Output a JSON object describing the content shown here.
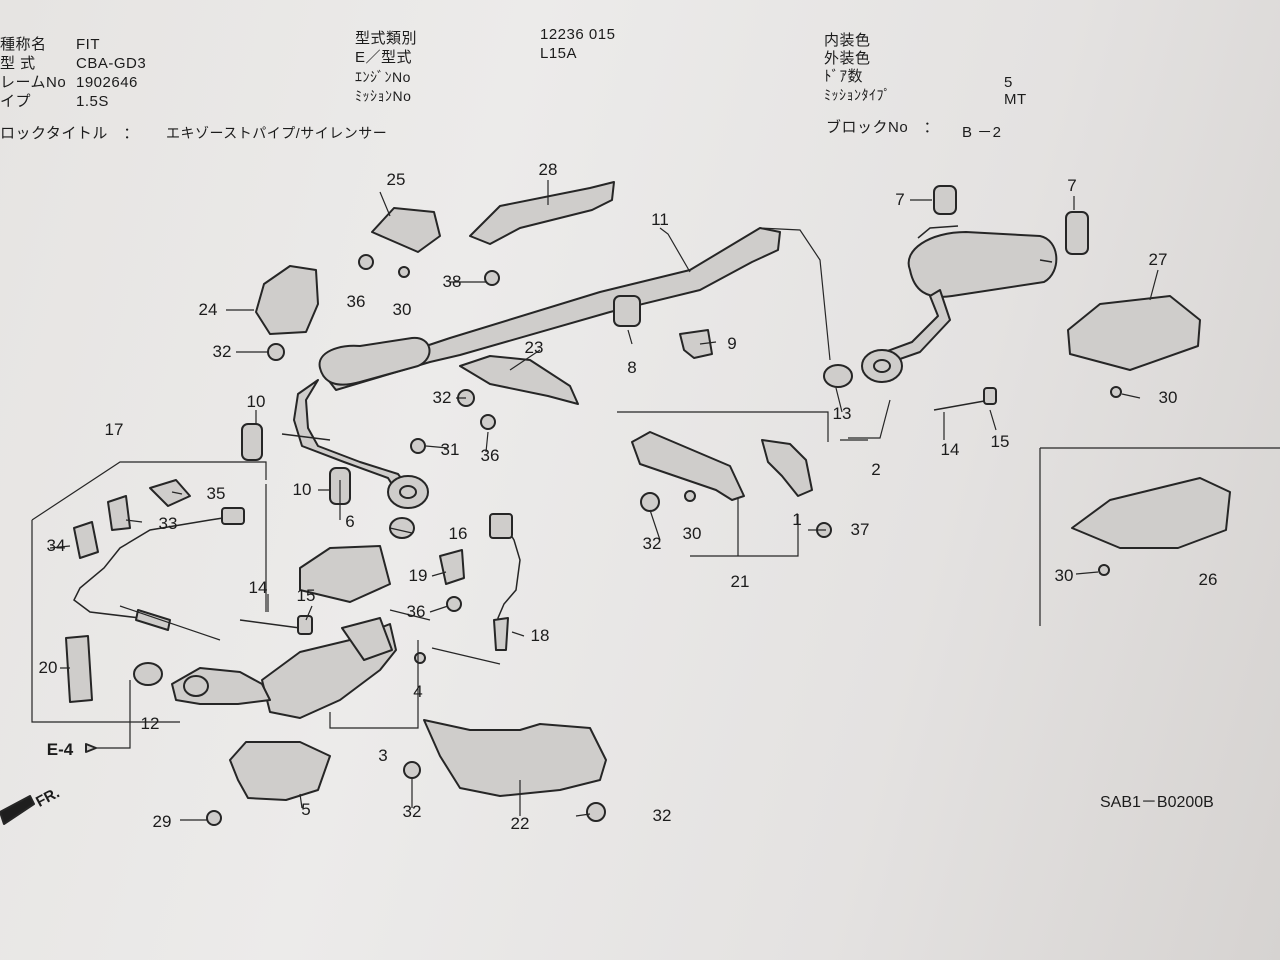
{
  "header": {
    "c1": {
      "r1_label": "種称名",
      "r1_value": "FIT",
      "r2_label": "型 式",
      "r2_value": "CBA-GD3",
      "r3_label": "レームNo",
      "r3_value": "1902646",
      "r4_label": "イプ",
      "r4_value": "1.5S"
    },
    "c2": {
      "r1_label": "型式類別",
      "r1_value": "12236 015",
      "r2_label": "E／型式",
      "r2_value": "L15A",
      "r3_label": "ｴﾝｼﾞﾝNo",
      "r4_label": "ﾐｯｼｮﾝNo"
    },
    "c3": {
      "r1_label": "内装色",
      "r2_label": "外装色",
      "r3_label": "ﾄﾞｱ数",
      "r3_value": "5",
      "r4_label": "ﾐｯｼｮﾝﾀｲﾌﾟ",
      "r4_value": "MT"
    },
    "block_title_label": "ロックタイトル　：",
    "block_title_value": "エキゾーストパイプ/サイレンサー",
    "block_no_label": "ブロックNo　：",
    "block_no_value": "B －2"
  },
  "callouts": {
    "n1": "1",
    "n2": "2",
    "n3": "3",
    "n4": "4",
    "n5": "5",
    "n6": "6",
    "n7a": "7",
    "n7b": "7",
    "n8": "8",
    "n9": "9",
    "n10a": "10",
    "n10b": "10",
    "n11": "11",
    "n12": "12",
    "n13": "13",
    "n14a": "14",
    "n14b": "14",
    "n15a": "15",
    "n15b": "15",
    "n16": "16",
    "n17": "17",
    "n18": "18",
    "n19": "19",
    "n20": "20",
    "n21": "21",
    "n22": "22",
    "n23": "23",
    "n24": "24",
    "n25": "25",
    "n26": "26",
    "n27": "27",
    "n28": "28",
    "n29": "29",
    "n30a": "30",
    "n30b": "30",
    "n30c": "30",
    "n30d": "30",
    "n31": "31",
    "n32a": "32",
    "n32b": "32",
    "n32c": "32",
    "n32d": "32",
    "n32e": "32",
    "n33": "33",
    "n34": "34",
    "n35": "35",
    "n36a": "36",
    "n36b": "36",
    "n36c": "36",
    "n37": "37",
    "n38": "38"
  },
  "ref_e4": "E-4",
  "front_mark": "FR.",
  "diagram_code": "SAB1－B0200B"
}
